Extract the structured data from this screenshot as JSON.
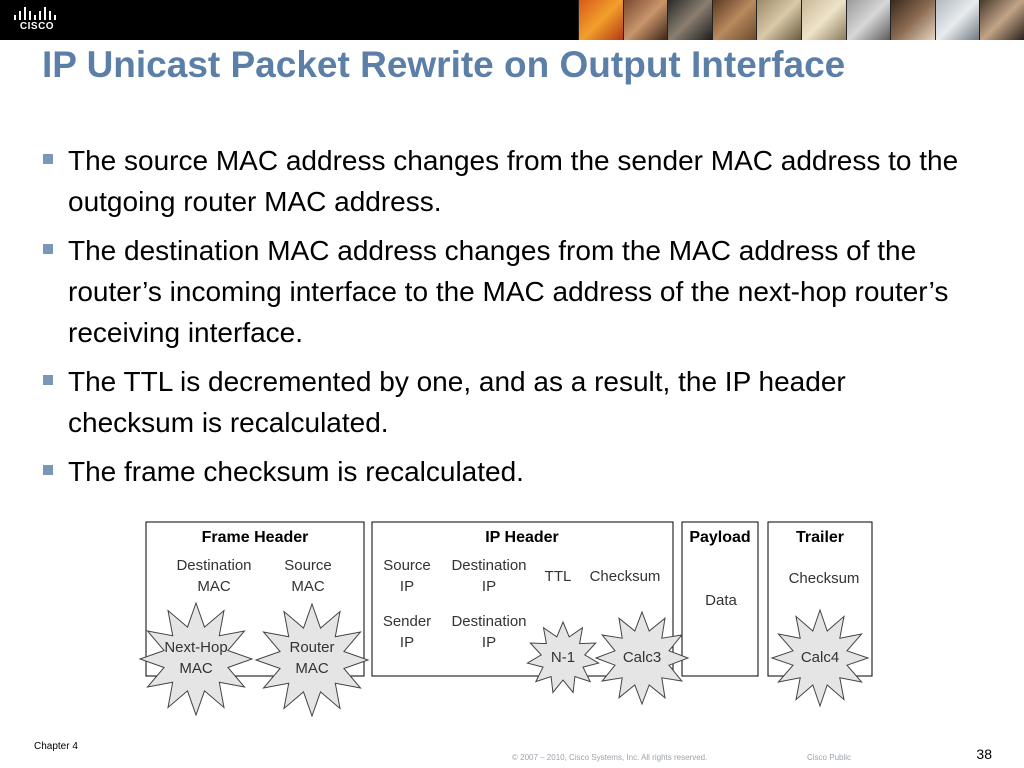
{
  "banner": {
    "logo_text": "CISCO",
    "photo_count": 10
  },
  "slide": {
    "title": "IP Unicast Packet Rewrite on Output Interface",
    "bullets": [
      "The source MAC address changes from the sender MAC address to the outgoing router MAC address.",
      "The destination MAC address changes from the MAC address of the router’s incoming interface to the MAC address of the next-hop router’s receiving interface.",
      "The TTL is decremented by one, and as a result, the IP header checksum is recalculated.",
      "The frame checksum is recalculated."
    ]
  },
  "diagram": {
    "frame_header": {
      "title": "Frame Header",
      "dest_mac_1": "Destination",
      "dest_mac_2": "MAC",
      "src_mac_1": "Source",
      "src_mac_2": "MAC"
    },
    "ip_header": {
      "title": "IP Header",
      "src_ip_1": "Source",
      "src_ip_2": "IP",
      "dest_ip_1": "Destination",
      "dest_ip_2": "IP",
      "ttl": "TTL",
      "checksum": "Checksum",
      "sender_ip_1": "Sender",
      "sender_ip_2": "IP",
      "dest_ip2_1": "Destination",
      "dest_ip2_2": "IP"
    },
    "payload": {
      "title": "Payload",
      "data": "Data"
    },
    "trailer": {
      "title": "Trailer",
      "checksum": "Checksum"
    },
    "bursts": {
      "next_hop_1": "Next-Hop",
      "next_hop_2": "MAC",
      "router_1": "Router",
      "router_2": "MAC",
      "ttl_new": "N-1",
      "ip_checksum_new": "Calc3",
      "trailer_checksum_new": "Calc4"
    }
  },
  "footer": {
    "chapter": "Chapter 4",
    "copyright": "© 2007 – 2010, Cisco Systems, Inc. All rights reserved.",
    "classification": "Cisco Public",
    "page_number": "38"
  }
}
